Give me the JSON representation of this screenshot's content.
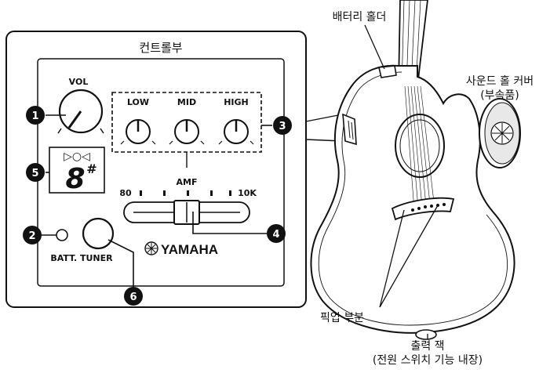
{
  "panel": {
    "title": "컨트롤부",
    "vol_label": "VOL",
    "knobs": [
      "LOW",
      "MID",
      "HIGH"
    ],
    "amf_label": "AMF",
    "amf_min": "80",
    "amf_max": "10K",
    "batt_tuner_label": "BATT. TUNER",
    "brand": "YAMAHA",
    "tuner_display": "8",
    "tuner_sharp": "#",
    "tuner_indicator": "▷○◁"
  },
  "callouts": {
    "battery_holder": "배터리 홀더",
    "sound_hole_cover": "사운드 홀 커버",
    "sound_hole_cover_sub": "(부속품)",
    "pickup": "픽업 부분",
    "output_jack": "출력 잭",
    "output_jack_sub": "(전원 스위치 기능 내장)"
  },
  "markers": [
    "1",
    "2",
    "3",
    "4",
    "5",
    "6"
  ],
  "colors": {
    "ink": "#111111",
    "panel_bg": "#ffffff",
    "marker_fill": "#111111"
  }
}
